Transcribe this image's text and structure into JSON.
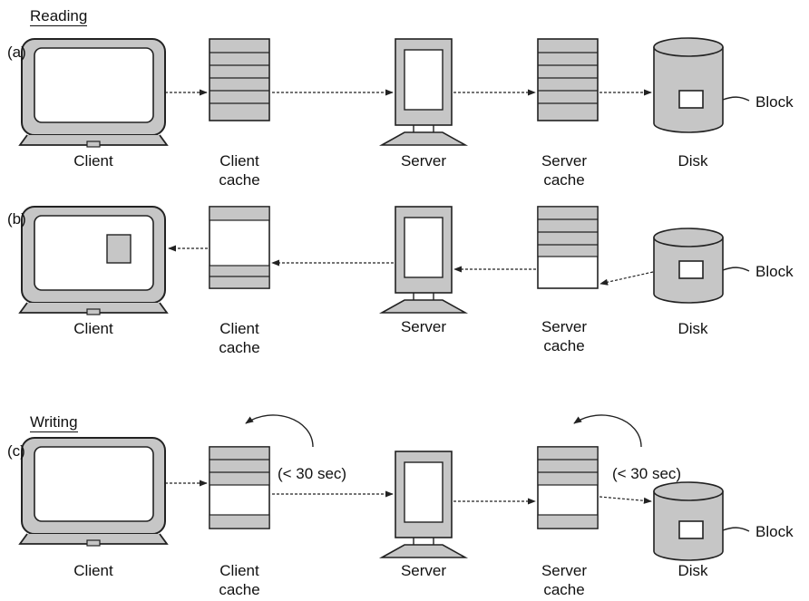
{
  "sections": {
    "reading": "Reading",
    "writing": "Writing"
  },
  "rows": [
    {
      "tag": "(a)",
      "labels": {
        "client": "Client",
        "client_cache_1": "Client",
        "client_cache_2": "cache",
        "server": "Server",
        "server_cache_1": "Server",
        "server_cache_2": "cache",
        "disk": "Disk",
        "block": "Block"
      }
    },
    {
      "tag": "(b)",
      "labels": {
        "client": "Client",
        "client_cache_1": "Client",
        "client_cache_2": "cache",
        "server": "Server",
        "server_cache_1": "Server",
        "server_cache_2": "cache",
        "disk": "Disk",
        "block": "Block"
      }
    },
    {
      "tag": "(c)",
      "labels": {
        "client": "Client",
        "client_cache_1": "Client",
        "client_cache_2": "cache",
        "server": "Server",
        "server_cache_1": "Server",
        "server_cache_2": "cache",
        "disk": "Disk",
        "block": "Block"
      },
      "delay_labels": [
        "(< 30 sec)",
        "(< 30 sec)"
      ]
    }
  ],
  "colors": {
    "fill": "#c6c6c6",
    "line": "#222222",
    "paper": "#ffffff"
  }
}
